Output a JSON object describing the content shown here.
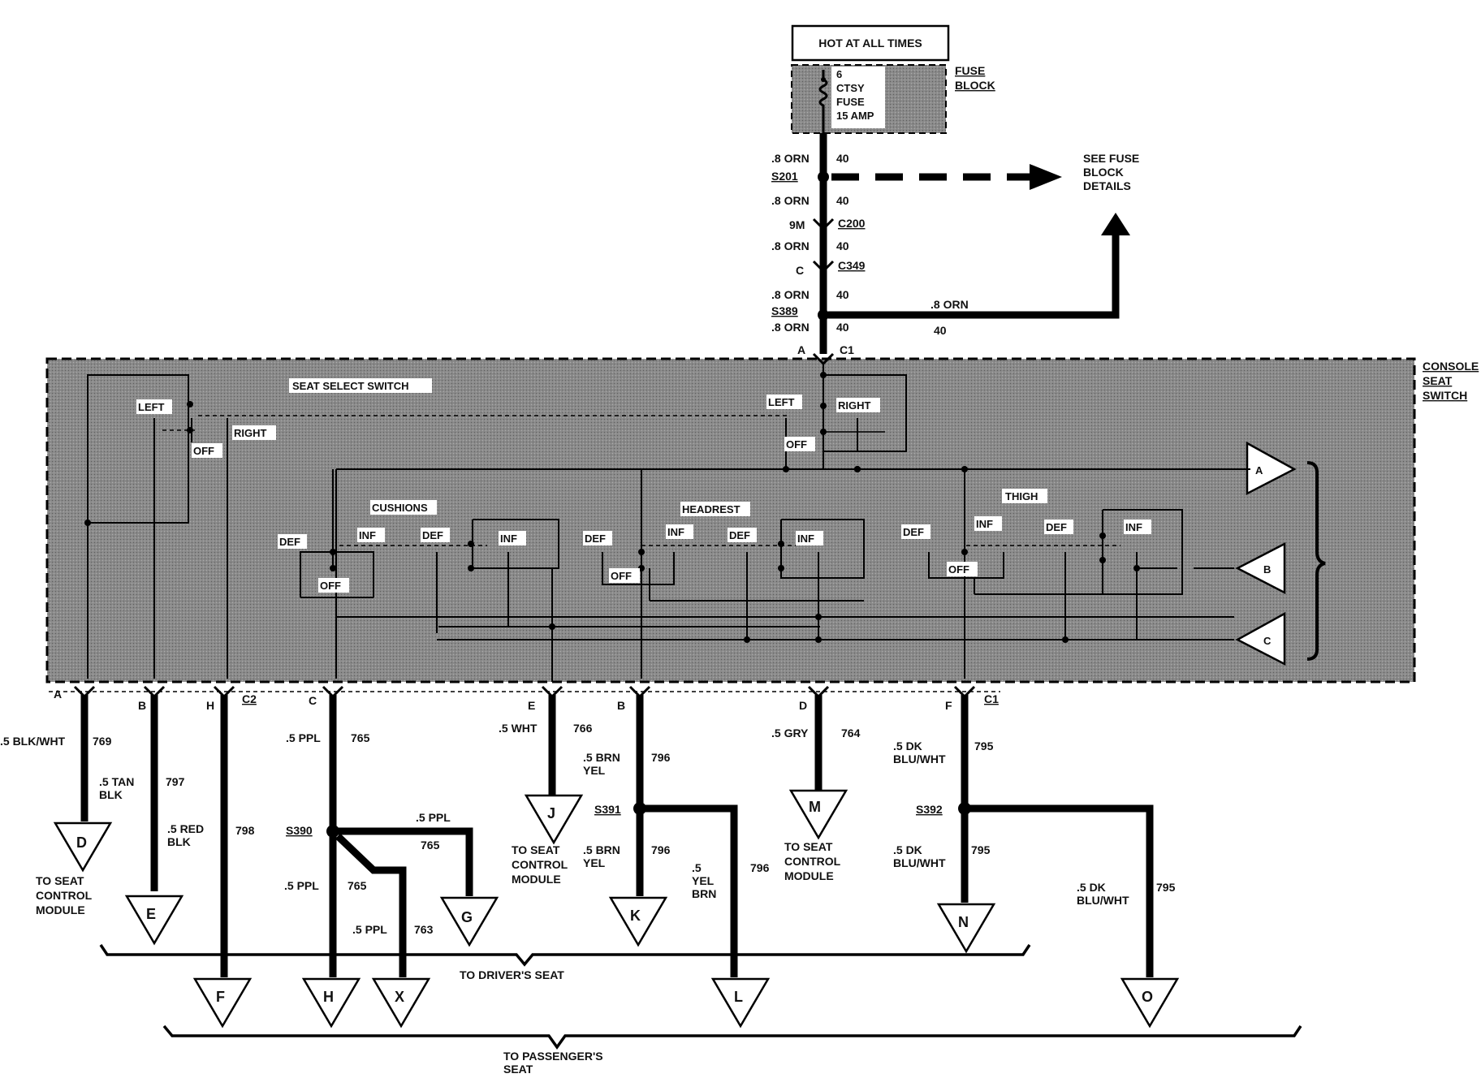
{
  "header": {
    "hot_label": "HOT AT ALL TIMES",
    "fuse_num": "6",
    "fuse_name1": "CTSY",
    "fuse_name2": "FUSE",
    "fuse_amp": "15 AMP",
    "fuse_block1": "FUSE",
    "fuse_block2": "BLOCK",
    "see_fuse1": "SEE FUSE",
    "see_fuse2": "BLOCK",
    "see_fuse3": "DETAILS"
  },
  "feed": {
    "wire_orn": ".8 ORN",
    "circuit_40": "40",
    "s201": "S201",
    "c200_pin": "9M",
    "c200": "C200",
    "c349_pin": "C",
    "c349": "C349",
    "s389": "S389",
    "c1_pin_a": "A",
    "c1": "C1"
  },
  "switch": {
    "console1": "CONSOLE",
    "console2": "SEAT",
    "console3": "SWITCH",
    "seat_select": "SEAT SELECT SWITCH",
    "left": "LEFT",
    "right": "RIGHT",
    "off": "OFF",
    "cushions": "CUSHIONS",
    "headrest": "HEADREST",
    "thigh": "THIGH",
    "def": "DEF",
    "inf": "INF",
    "tri_a": "A",
    "tri_b": "B",
    "tri_c": "C"
  },
  "pins": {
    "a": "A",
    "b": "B",
    "h": "H",
    "c2": "C2",
    "c": "C",
    "e": "E",
    "b2": "B",
    "d": "D",
    "f": "F",
    "c1": "C1"
  },
  "wires": {
    "w769": ".5 BLK/WHT",
    "c769": "769",
    "w797a": ".5 TAN",
    "w797b": "BLK",
    "c797": "797",
    "w798a": ".5 RED",
    "w798b": "BLK",
    "c798": "798",
    "w765": ".5 PPL",
    "c765": "765",
    "s390": "S390",
    "c763": "763",
    "w766": ".5 WHT",
    "c766": "766",
    "w796a": ".5 BRN",
    "w796b": "YEL",
    "c796": "796",
    "s391": "S391",
    "w796c": ".5",
    "w796d": "YEL",
    "w796e": "BRN",
    "w764": ".5 GRY",
    "c764": "764",
    "w795a": ".5 DK",
    "w795b": "BLU/WHT",
    "c795": "795",
    "s392": "S392"
  },
  "destinations": {
    "D": "D",
    "E": "E",
    "F": "F",
    "H": "H",
    "X": "X",
    "G": "G",
    "J": "J",
    "K": "K",
    "L": "L",
    "M": "M",
    "N": "N",
    "O": "O",
    "to_seat1": "TO SEAT",
    "to_seat2": "CONTROL",
    "to_seat3": "MODULE",
    "to_driver": "TO DRIVER'S SEAT",
    "to_pass1": "TO PASSENGER'S",
    "to_pass2": "SEAT"
  }
}
